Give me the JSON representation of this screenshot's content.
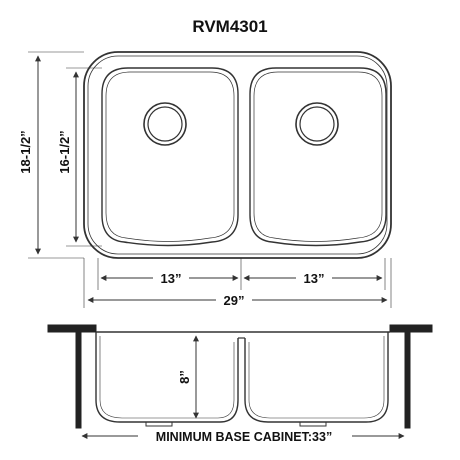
{
  "title": "RVM4301",
  "dimensions": {
    "overall_height": "18-1/2”",
    "bowl_height": "16-1/2”",
    "left_bowl_width": "13”",
    "right_bowl_width": "13”",
    "overall_width": "29”",
    "depth": "8”",
    "min_cabinet": "MINIMUM BASE CABINET:33”"
  },
  "colors": {
    "line": "#333333",
    "text": "#111111",
    "background": "#ffffff"
  }
}
